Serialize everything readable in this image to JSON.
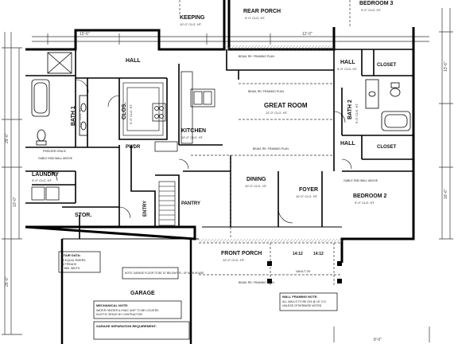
{
  "rooms": [
    {
      "id": "keeping",
      "label": "KEEPING",
      "size": "10'-0\" CLG. HT."
    },
    {
      "id": "rear-porch",
      "label": "REAR PORCH",
      "size": "9'-0\" CLG. HT."
    },
    {
      "id": "bedroom-3",
      "label": "BEDROOM 3",
      "size": "9'-0\" CLG. HT."
    },
    {
      "id": "hall-left",
      "label": "HALL",
      "size": ""
    },
    {
      "id": "hall-right",
      "label": "HALL",
      "size": "9'-0\" CLG. HT."
    },
    {
      "id": "closet-top",
      "label": "CLOSET",
      "size": ""
    },
    {
      "id": "bath-1",
      "label": "BATH 1",
      "size": "9'-0\" CLG. HT."
    },
    {
      "id": "clos",
      "label": "CLOS.",
      "size": "9'-0\" CLG. HT."
    },
    {
      "id": "great-room",
      "label": "GREAT ROOM",
      "size": "12'-0\" CLG. HT."
    },
    {
      "id": "bath-2",
      "label": "BATH 2",
      "size": "9'-0\" CLG. HT."
    },
    {
      "id": "kitchen",
      "label": "KITCHEN",
      "size": "10'-0\" CLG. HT."
    },
    {
      "id": "hall-bath",
      "label": "HALL",
      "size": ""
    },
    {
      "id": "closet-mid",
      "label": "CLOSET",
      "size": ""
    },
    {
      "id": "pwdr",
      "label": "PWDR",
      "size": ""
    },
    {
      "id": "laundry",
      "label": "LAUNDRY",
      "size": "9'-0\" CLG. HT."
    },
    {
      "id": "dining",
      "label": "DINING",
      "size": "10'-0\" CLG. HT."
    },
    {
      "id": "foyer",
      "label": "FOYER",
      "size": "10'-0\" CLG. HT."
    },
    {
      "id": "bedroom-2",
      "label": "BEDROOM 2",
      "size": "9'-0\" CLG. HT."
    },
    {
      "id": "stor",
      "label": "STOR.",
      "size": ""
    },
    {
      "id": "entry",
      "label": "ENTRY",
      "size": ""
    },
    {
      "id": "pantry",
      "label": "PANTRY",
      "size": ""
    },
    {
      "id": "front-porch",
      "label": "FRONT PORCH",
      "size": "10'-0\" CLG. HT."
    },
    {
      "id": "garage",
      "label": "GARAGE",
      "size": ""
    }
  ],
  "notes": {
    "beam_rear_porch": "BEAM, RE: FRAMING PLAN",
    "beam_great_room": "BEAM, RE: FRAMING PLAN",
    "beam_dining": "BEAM, RE: FRAMING PLAN",
    "beam_front_porch": "BEAM, RE: FRAMING PLAN",
    "gable_end_left": "GABLE END WALL ABOVE",
    "gable_end_right": "GABLE END WALL ABOVE",
    "stair_title": "STAIR DATA:",
    "stair_lines": [
      "15 EQUAL RISERS",
      "14 TREADS",
      "3' MIN. WIDTH"
    ],
    "garage_note": "NOTE: GARAGE FLOOR TO BE 10\" BELOW F.F.L. OF MAIN HOUSE",
    "mechanical_title": "MECHANICAL NOTE:",
    "mechanical_lines": [
      "WATER HEATER & HVAC UNIT TO BE LOCATED",
      "IN ATTIC SPACE BY CONTRACTOR."
    ],
    "garage_sep_title": "GARAGE SEPARATION REQUIREMENT:",
    "wall_framing_title": "WALL FRAMING NOTE:",
    "wall_framing_lines": [
      "ALL WALLS TO BE 2X4 @ 16\" O.C.",
      "UNLESS OTHERWISE NOTED"
    ],
    "vault": "VAULT 20'",
    "col_tl": "14:12",
    "col_tr": "14:12",
    "freezer": "FREEZER SPACE"
  },
  "dims": {
    "left_1": "29'-6\"",
    "left_2": "10'-0\"",
    "left_3": "26'-6\"",
    "right_1": "13'-6\"",
    "right_2": "16'-6\"",
    "top_1": "10'-6\"",
    "top_2": "12'-0\"",
    "bottom_1": "8'-0\""
  }
}
